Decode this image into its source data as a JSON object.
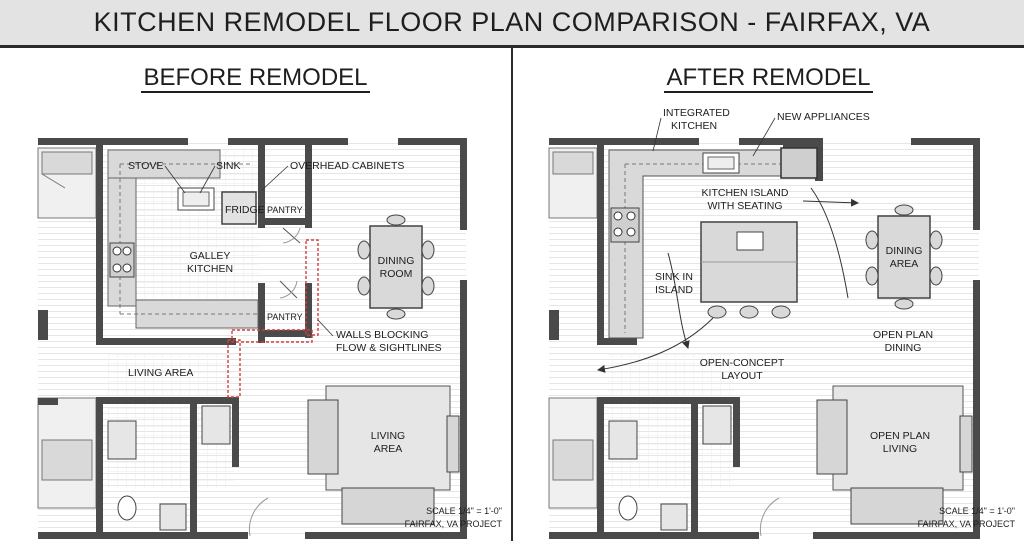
{
  "title": "KITCHEN REMODEL FLOOR PLAN COMPARISON - FAIRFAX, VA",
  "before": {
    "heading": "BEFORE REMODEL",
    "labels": {
      "stove": "STOVE",
      "sink": "SINK",
      "overhead_cabinets": "OVERHEAD CABINETS",
      "fridge": "FRIDGE",
      "pantry_top": "PANTRY",
      "pantry_bottom": "PANTRY",
      "galley_line1": "GALLEY",
      "galley_line2": "KITCHEN",
      "dining_line1": "DINING",
      "dining_line2": "ROOM",
      "walls_line1": "WALLS BLOCKING",
      "walls_line2": "FLOW & SIGHTLINES",
      "living_area_hall": "LIVING AREA",
      "living_line1": "LIVING",
      "living_line2": "AREA"
    },
    "scale": "SCALE 1/4\" = 1'-0\"",
    "project": "FAIRFAX, VA PROJECT"
  },
  "after": {
    "heading": "AFTER REMODEL",
    "labels": {
      "integrated_line1": "INTEGRATED",
      "integrated_line2": "KITCHEN",
      "new_appliances": "NEW APPLIANCES",
      "island_line1": "KITCHEN ISLAND",
      "island_line2": "WITH SEATING",
      "sink_island_line1": "SINK IN",
      "sink_island_line2": "ISLAND",
      "dining_line1": "DINING",
      "dining_line2": "AREA",
      "open_dining_line1": "OPEN PLAN",
      "open_dining_line2": "DINING",
      "open_concept_line1": "OPEN-CONCEPT",
      "open_concept_line2": "LAYOUT",
      "open_living_line1": "OPEN PLAN",
      "open_living_line2": "LIVING"
    },
    "scale": "SCALE 1/4\" = 1'-0\"",
    "project": "FAIRFAX, VA PROJECT"
  },
  "colors": {
    "wall": "#4a4a4a",
    "fixture": "#d9d9d9",
    "highlight": "#d04040",
    "title_bg": "#e3e3e3"
  }
}
